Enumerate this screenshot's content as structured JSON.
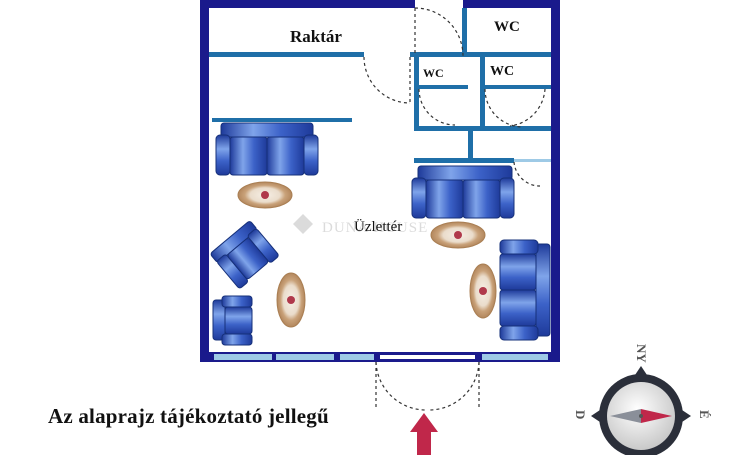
{
  "rooms": {
    "storage": "Raktár",
    "wc_top": "WC",
    "wc_left": "WC",
    "wc_right": "WC",
    "shop": "Üzlettér"
  },
  "watermark": "DUNA HOUSE",
  "disclaimer": "Az alaprajz tájékoztató jellegű",
  "compass": {
    "north": "NY",
    "east": "É",
    "west": "D"
  },
  "colors": {
    "wall_outer": "#1a1a8c",
    "wall_inner": "#1f6fa8",
    "furniture": "#3b5fc4",
    "rug": "#c9a27a",
    "entrance_arrow": "#c0274a",
    "compass_needle": "#c0274a"
  }
}
